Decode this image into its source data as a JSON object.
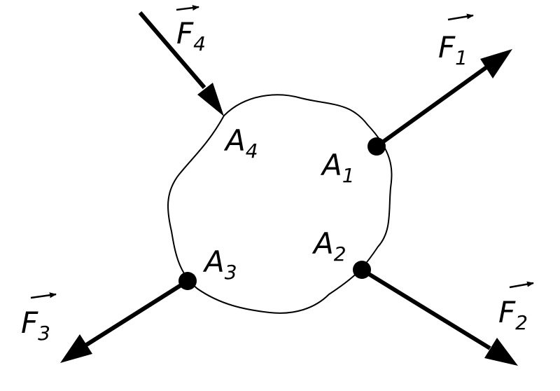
{
  "colors": {
    "ink": "#000000",
    "background": "#ffffff"
  },
  "labels": {
    "points": [
      {
        "letter": "A",
        "index": "1"
      },
      {
        "letter": "A",
        "index": "2"
      },
      {
        "letter": "A",
        "index": "3"
      },
      {
        "letter": "A",
        "index": "4"
      }
    ],
    "forces": [
      {
        "letter": "F",
        "index": "1"
      },
      {
        "letter": "F",
        "index": "2"
      },
      {
        "letter": "F",
        "index": "3"
      },
      {
        "letter": "F",
        "index": "4"
      }
    ]
  }
}
